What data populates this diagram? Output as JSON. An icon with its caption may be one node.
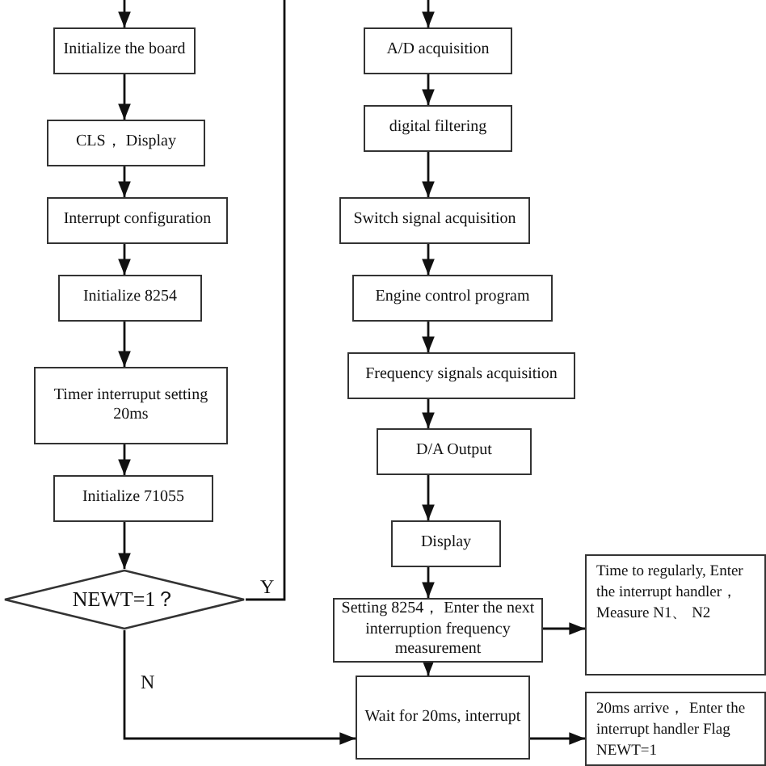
{
  "diagram": {
    "nodes": [
      {
        "text": [
          "Initialize the board"
        ]
      },
      {
        "text": [
          "CLS， Display"
        ]
      },
      {
        "text": [
          "Interrupt configuration"
        ]
      },
      {
        "text": [
          "Initialize 8254"
        ]
      },
      {
        "text": [
          "Timer interruput setting 20ms"
        ]
      },
      {
        "text": [
          "Initialize 71055"
        ]
      },
      {
        "text": [
          "NEWT=1？"
        ]
      },
      {
        "text": [
          "A/D acquisition"
        ]
      },
      {
        "text": [
          "digital filtering"
        ]
      },
      {
        "text": [
          "Switch signal acquisition"
        ]
      },
      {
        "text": [
          "Engine control program"
        ]
      },
      {
        "text": [
          "Frequency signals acquisition"
        ]
      },
      {
        "text": [
          "D/A Output"
        ]
      },
      {
        "text": [
          "Display"
        ]
      },
      {
        "text": [
          "Setting 8254， Enter the next interruption frequency measurement"
        ]
      },
      {
        "text": [
          "Wait for 20ms, interrupt"
        ]
      },
      {
        "text": [
          "Time to regularly, Enter the interrupt handler， Measure N1、 N2"
        ]
      },
      {
        "text": [
          "20ms arrive， Enter the interrupt handler Flag NEWT=1"
        ]
      }
    ],
    "edges": [
      {
        "from": null,
        "to": 0,
        "arrow": "to"
      },
      {
        "from": 0,
        "to": 1,
        "arrow": "to"
      },
      {
        "from": 1,
        "to": 2,
        "arrow": "to"
      },
      {
        "from": 2,
        "to": 3,
        "arrow": "to"
      },
      {
        "from": 3,
        "to": 4,
        "arrow": "to"
      },
      {
        "from": 4,
        "to": 5,
        "arrow": "to"
      },
      {
        "from": 5,
        "to": 6,
        "arrow": "to"
      },
      {
        "from": 6,
        "to": null,
        "arrow": "none",
        "label": "Y"
      },
      {
        "from": 6,
        "to": 15,
        "arrow": "to",
        "label": "N"
      },
      {
        "from": null,
        "to": 7,
        "arrow": "to"
      },
      {
        "from": 7,
        "to": 8,
        "arrow": "to"
      },
      {
        "from": 8,
        "to": 9,
        "arrow": "to"
      },
      {
        "from": 9,
        "to": 10,
        "arrow": "to"
      },
      {
        "from": 10,
        "to": 11,
        "arrow": "to"
      },
      {
        "from": 11,
        "to": 12,
        "arrow": "to"
      },
      {
        "from": 12,
        "to": 13,
        "arrow": "to"
      },
      {
        "from": 13,
        "to": 14,
        "arrow": "to"
      },
      {
        "from": 14,
        "to": 15,
        "arrow": "to"
      },
      {
        "from": 14,
        "to": 16,
        "arrow": "to"
      },
      {
        "from": 15,
        "to": 17,
        "arrow": "to"
      }
    ]
  }
}
